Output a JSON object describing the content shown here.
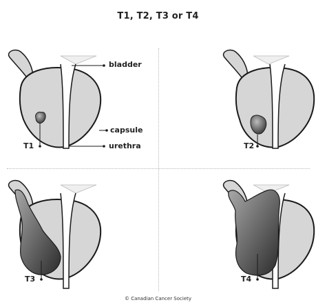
{
  "title": "T1, T2, T3 or T4",
  "stages": [
    {
      "label": "T1"
    },
    {
      "label": "T2"
    },
    {
      "label": "T3"
    },
    {
      "label": "T4"
    }
  ],
  "callouts": {
    "bladder": "bladder",
    "capsule": "capsule",
    "urethra": "urethra"
  },
  "credit": "© Canadian Cancer Society",
  "colors": {
    "prostate_fill": "#d6d6d6",
    "outline": "#1a1a1a",
    "tumor_light": "#9a9a9a",
    "tumor_dark": "#2e2e2e"
  }
}
